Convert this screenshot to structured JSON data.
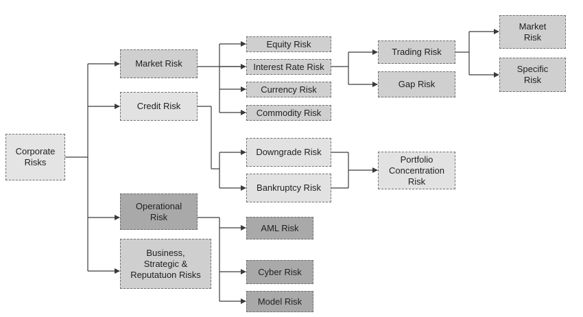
{
  "nodes": {
    "corporate": "Corporate\nRisks",
    "market": "Market Risk",
    "credit": "Credit Risk",
    "operational": "Operational\nRisk",
    "business": "Business,\nStrategic &\nReputatuon Risks",
    "equity": "Equity Risk",
    "interest": "Interest Rate Risk",
    "currency": "Currency Risk",
    "commodity": "Commodity Risk",
    "downgrade": "Downgrade Risk",
    "bankruptcy": "Bankruptcy Risk",
    "aml": "AML Risk",
    "cyber": "Cyber Risk",
    "model": "Model Risk",
    "trading": "Trading Risk",
    "gap": "Gap Risk",
    "portfolio": "Portfolio\nConcentration\nRisk",
    "market_sub": "Market\nRisk",
    "specific": "Specific\nRisk"
  },
  "colors": {
    "lines": "#3a3a3a",
    "light_fill": "#e2e2e2",
    "mid_fill": "#cfcfcf",
    "dark_fill": "#a9a9a9",
    "border": "#6f6f6f"
  }
}
